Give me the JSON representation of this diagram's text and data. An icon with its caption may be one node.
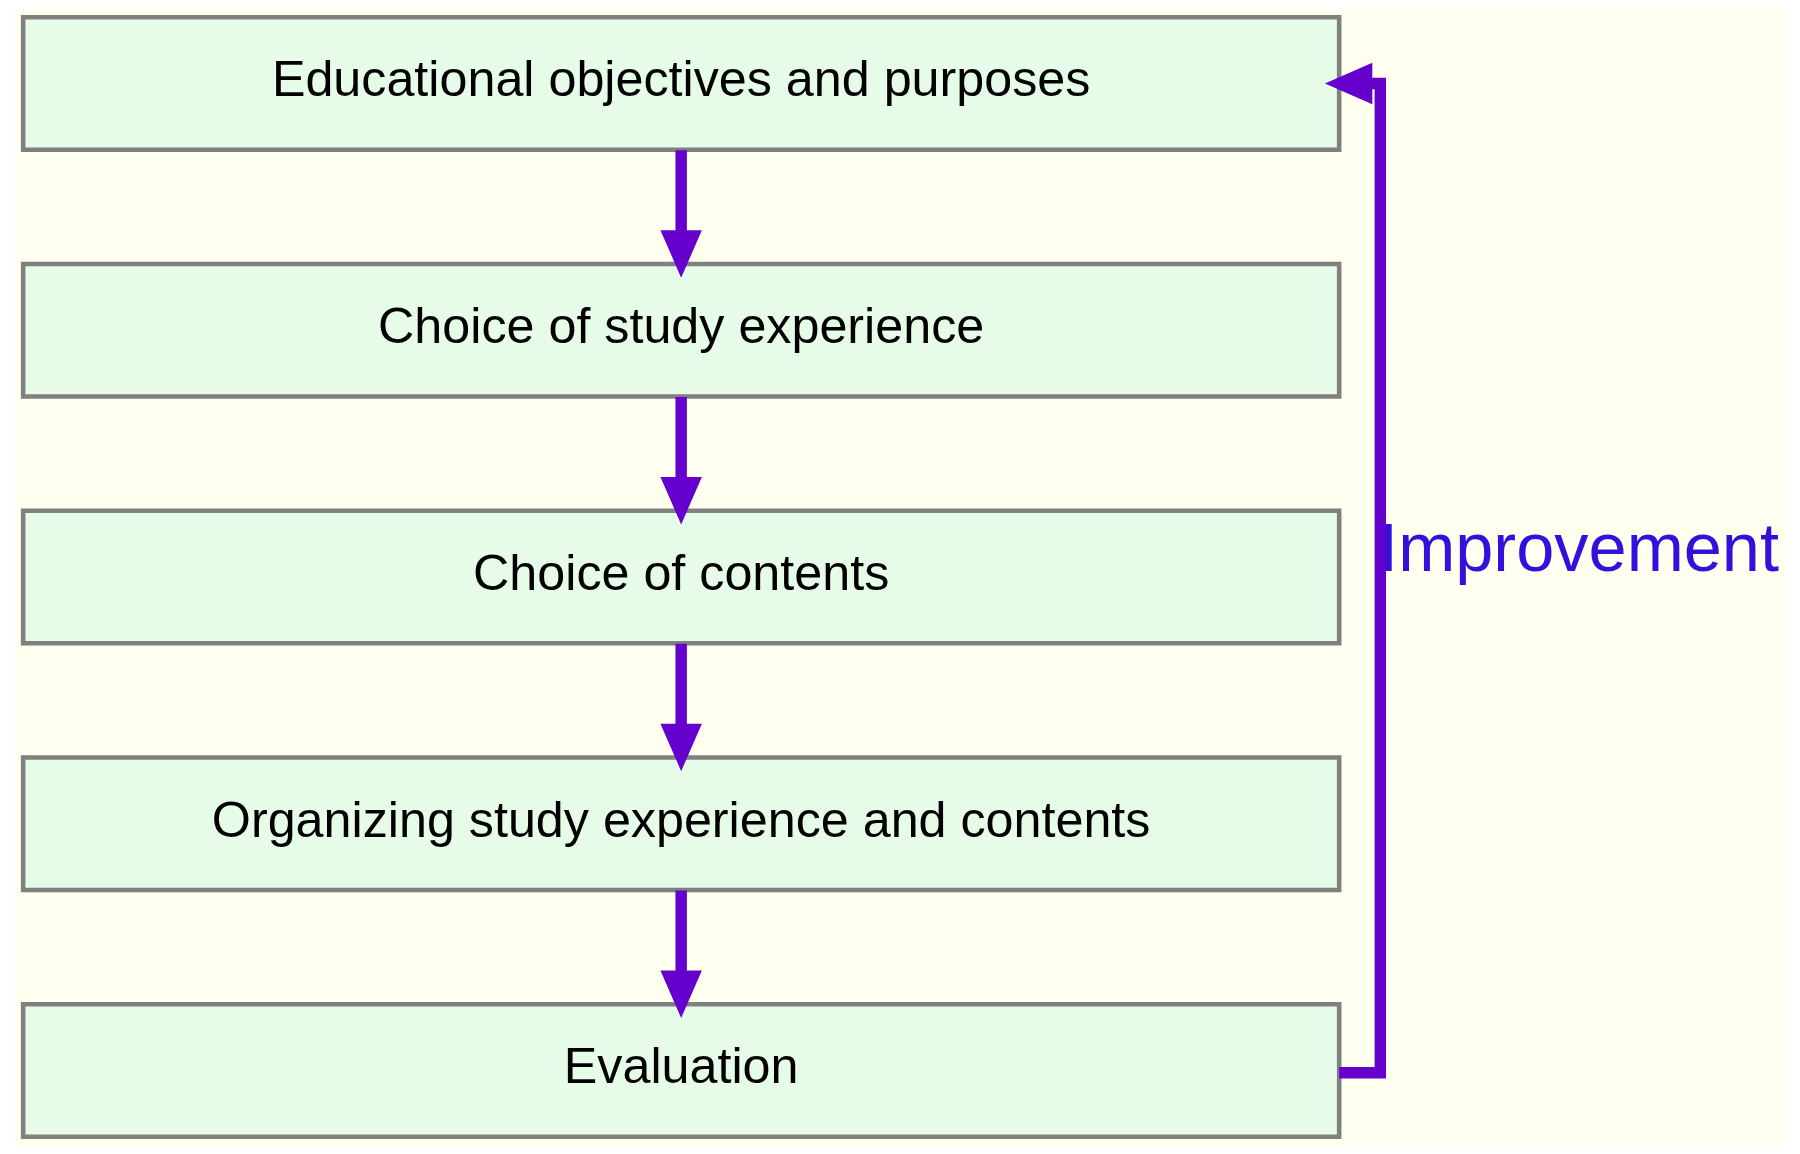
{
  "diagram": {
    "nodes": [
      {
        "text": [
          "Educational objectives and purposes"
        ]
      },
      {
        "text": [
          "Choice of study experience"
        ]
      },
      {
        "text": [
          "Choice of contents"
        ]
      },
      {
        "text": [
          "Organizing study experience and contents"
        ]
      },
      {
        "text": [
          "Evaluation"
        ]
      }
    ],
    "edges": [
      {
        "from": 0,
        "to": 1,
        "arrow": "to"
      },
      {
        "from": 1,
        "to": 2,
        "arrow": "to"
      },
      {
        "from": 2,
        "to": 3,
        "arrow": "to"
      },
      {
        "from": 3,
        "to": 4,
        "arrow": "to"
      },
      {
        "from": 4,
        "to": 0,
        "arrow": "to",
        "label": "Improvement"
      }
    ]
  }
}
